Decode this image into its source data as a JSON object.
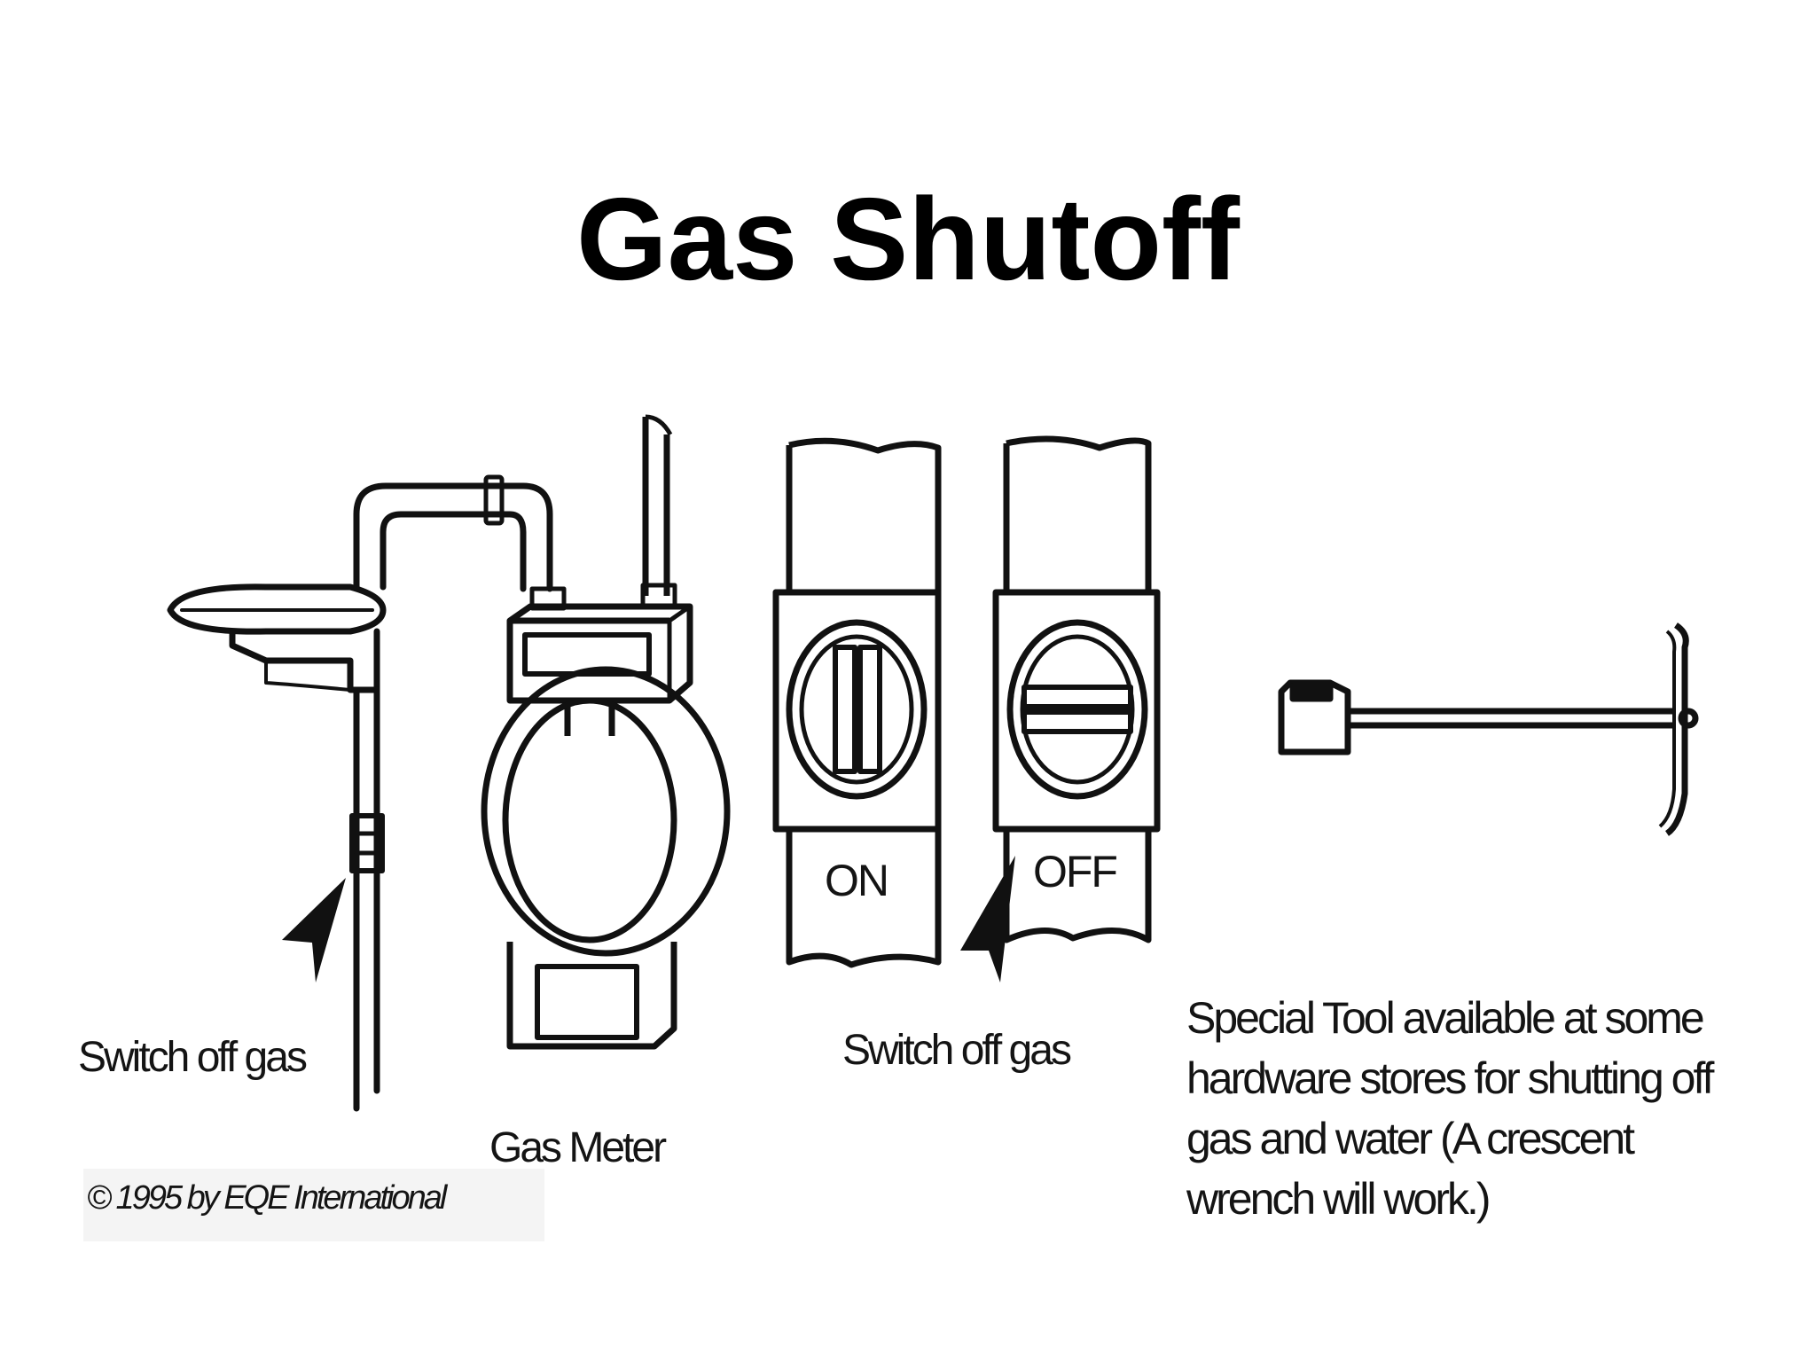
{
  "slide": {
    "title": "Gas Shutoff"
  },
  "diagram": {
    "label_switch_off_gas_left": "Switch off gas",
    "label_gas_meter": "Gas Meter",
    "label_switch_off_gas_right": "Switch off gas",
    "label_valve_on": "ON",
    "label_valve_off": "OFF",
    "copyright": "© 1995 by EQE International",
    "tool_note": "Special Tool available at some\nhardware stores for shutting off\ngas and water  (A crescent\nwrench will work.)"
  }
}
